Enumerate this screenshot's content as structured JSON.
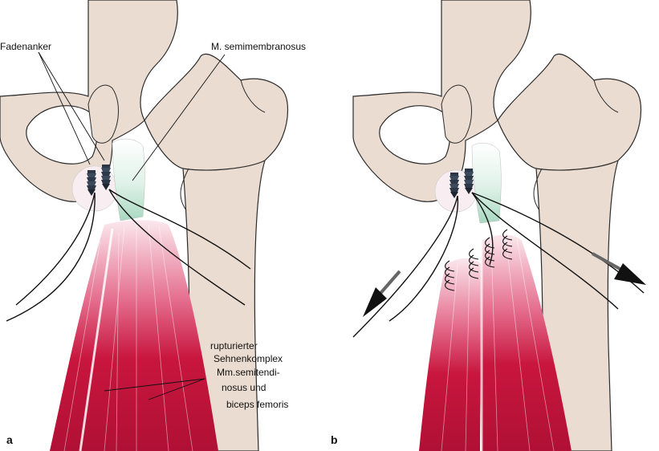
{
  "colors": {
    "bone": "#eadcd0",
    "bone_outline": "#2b2b2b",
    "muscle": "#c8163e",
    "muscle_light": "#e88aa0",
    "tendon": "#f4eef0",
    "tendon_green": "#a8d8c0",
    "anchor": "#2c3848",
    "suture": "#111111",
    "arrow": "#555555"
  },
  "labels": {
    "fadenanker": "Fadenanker",
    "semimembranosus": "M. semimembranosus",
    "ruptured": [
      "rupturierter",
      "Sehnenkomplex",
      "Mm.semitendi-",
      "nosus und",
      "biceps femoris"
    ]
  },
  "panels": {
    "a": "a",
    "b": "b"
  }
}
